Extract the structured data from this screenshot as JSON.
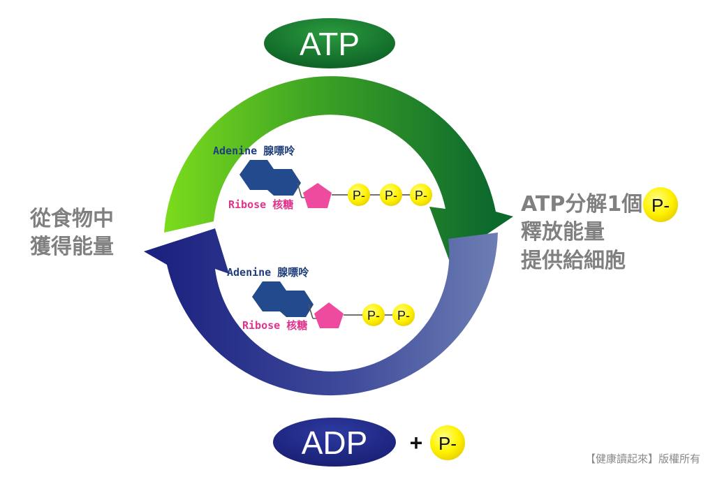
{
  "atp_label": "ATP",
  "adp_label": "ADP",
  "plus_sign": "+",
  "phosphate_label": "P-",
  "left_text": [
    "從食物中",
    "獲得能量"
  ],
  "right_text": {
    "line1": "ATP分解1個",
    "line2": "釋放能量",
    "line3": "提供給細胞"
  },
  "atp_molecule": {
    "adenine_label": "Adenine 腺嘌呤",
    "ribose_label": "Ribose 核糖",
    "phosphate_count": 3
  },
  "adp_molecule": {
    "adenine_label": "Adenine 腺嘌呤",
    "ribose_label": "Ribose 核糖",
    "phosphate_count": 2
  },
  "copyright": "【健康讀起來】版權所有",
  "colors": {
    "atp_green_dark": "#0e6b2e",
    "atp_green_light": "#6fd31f",
    "adp_navy_dark": "#1b2280",
    "adp_navy_light": "#6a7bb2",
    "adenine_blue": "#234a8c",
    "ribose_pink": "#ee4b9e",
    "phosphate_yellow": "#fff200",
    "gray_text": "#808080"
  }
}
